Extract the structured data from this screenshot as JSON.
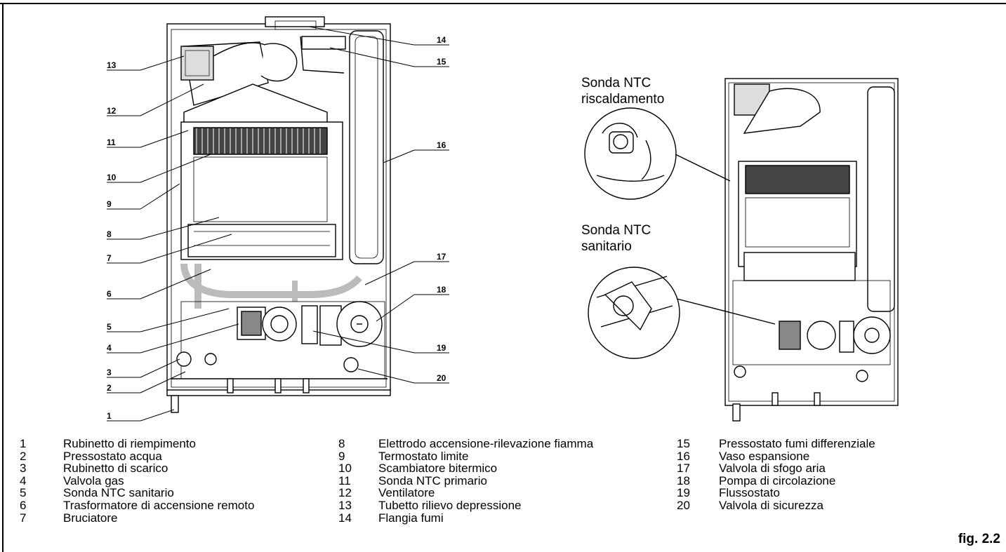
{
  "figure_label": "fig. 2.2",
  "zoom_labels": {
    "ntc_heating": [
      "Sonda NTC",
      "riscaldamento"
    ],
    "ntc_dhw": [
      "Sonda NTC",
      "sanitario"
    ]
  },
  "callouts": [
    "1",
    "2",
    "3",
    "4",
    "5",
    "6",
    "7",
    "8",
    "9",
    "10",
    "11",
    "12",
    "13",
    "14",
    "15",
    "16",
    "17",
    "18",
    "19",
    "20"
  ],
  "legend": [
    [
      {
        "num": "1",
        "text": "Rubinetto di riempimento"
      },
      {
        "num": "2",
        "text": "Pressostato acqua"
      },
      {
        "num": "3",
        "text": "Rubinetto  di scarico"
      },
      {
        "num": "4",
        "text": "Valvola gas"
      },
      {
        "num": "5",
        "text": "Sonda NTC sanitario"
      },
      {
        "num": "6",
        "text": "Trasformatore di accensione remoto"
      },
      {
        "num": "7",
        "text": "Bruciatore"
      }
    ],
    [
      {
        "num": "8",
        "text": "Elettrodo accensione-rilevazione fiamma"
      },
      {
        "num": "9",
        "text": "Termostato limite"
      },
      {
        "num": "10",
        "text": "Scambiatore bitermico"
      },
      {
        "num": "11",
        "text": "Sonda NTC primario"
      },
      {
        "num": "12",
        "text": "Ventilatore"
      },
      {
        "num": "13",
        "text": "Tubetto rilievo depressione"
      },
      {
        "num": "14",
        "text": "Flangia fumi"
      }
    ],
    [
      {
        "num": "15",
        "text": "Pressostato fumi differenziale"
      },
      {
        "num": "16",
        "text": "Vaso espansione"
      },
      {
        "num": "17",
        "text": "Valvola di sfogo aria"
      },
      {
        "num": "18",
        "text": "Pompa di circolazione"
      },
      {
        "num": "19",
        "text": "Flussostato"
      },
      {
        "num": "20",
        "text": "Valvola di sicurezza"
      }
    ]
  ]
}
